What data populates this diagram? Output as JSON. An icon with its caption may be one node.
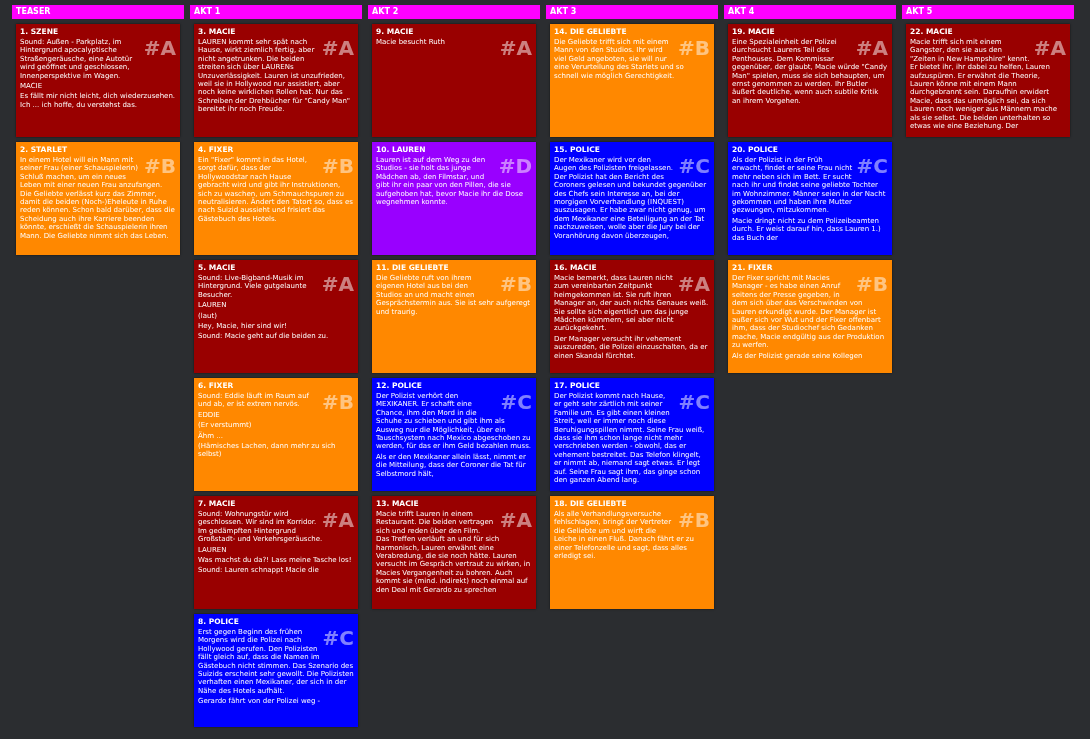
{
  "diagram": {
    "nodes": [
      {
        "text": [
          "TEASER"
        ]
      },
      {
        "text": [
          "AKT 1"
        ]
      },
      {
        "text": [
          "AKT 2"
        ]
      },
      {
        "text": [
          "AKT 3"
        ]
      },
      {
        "text": [
          "AKT 4"
        ]
      },
      {
        "text": [
          "AKT 5"
        ]
      },
      {
        "text": [
          "1. SZENE",
          "#A",
          "Sound: Außen - Parkplatz, im Hintergrund apocalyptische Straßengeräusche, eine Autotür wird geöffnet und geschlossen, Innenperspektive im Wagen.",
          "MACIE",
          "Es fällt mir nicht leicht, dich wiederzusehen. Ich ... ich hoffe, du verstehst das."
        ]
      },
      {
        "text": [
          "2. STARLET",
          "#B",
          "In einem Hotel will ein Mann mit seiner Frau (einer Schauspielerin) Schluß machen, um ein neues Leben mit einer neuen Frau anzufangen. Die Geliebte verlässt kurz das Zimmer, damit die beiden (Noch-)Eheleute in Ruhe reden können. Schon bald darüber, dass die Scheidung auch ihre Karriere beenden könnte, erschießt die Schauspielerin ihren Mann. Die Geliebte nimmt sich das Leben."
        ]
      },
      {
        "text": [
          "3. MACIE",
          "#A",
          "LAUREN kommt sehr spät nach Hause, wirkt ziemlich fertig, aber nicht angetrunken. Die beiden streiten sich über LAURENs Unzuverlässigkeit. Lauren ist unzufrieden, weil sie in Hollywood nur assistiert, aber noch keine wirklichen Rollen hat. Nur das Schreiben der Drehbücher für \"Candy Man\" bereitet ihr noch Freude."
        ]
      },
      {
        "text": [
          "4. FIXER",
          "#B",
          "Ein \"Fixer\" kommt in das Hotel, sorgt dafür, dass der Hollywoodstar nach Hause gebracht wird und gibt ihr Instruktionen, sich zu waschen, um Schmauchspuren zu neutralisieren. Ändert den Tatort so, dass es nach Suizid aussieht und frisiert das Gästebuch des Hotels."
        ]
      },
      {
        "text": [
          "5. MACIE",
          "#A",
          "Sound: Live-Bigband-Musik im Hintergrund. Viele gutgelaunte Besucher.",
          "LAUREN",
          "(laut)",
          "Hey, Macie, hier sind wir!",
          "Sound: Macie geht auf die beiden zu."
        ]
      },
      {
        "text": [
          "6. FIXER",
          "#B",
          "Sound: Eddie läuft im Raum auf und ab, er ist extrem nervös.",
          "EDDIE",
          "(Er verstummt)",
          "Ähm ...",
          "(Hämisches Lachen, dann mehr zu sich selbst)"
        ]
      },
      {
        "text": [
          "7. MACIE",
          "#A",
          "Sound: Wohnungstür wird geschlossen. Wir sind im Korridor. Im gedämpften Hintergrund Großstadt- und Verkehrsgeräusche.",
          "LAUREN",
          "Was machst du da?! Lass meine Tasche los!",
          "Sound: Lauren schnappt Macie die"
        ]
      },
      {
        "text": [
          "8. POLICE",
          "#C",
          "Erst gegen Beginn des frühen Morgens wird die Polizei nach Hollywood gerufen. Den Polizisten fällt gleich auf, dass die Namen im Gästebuch nicht stimmen. Das Szenario des Suizids erscheint sehr gewollt. Die Polizisten verhaften einen Mexikaner, der sich in der Nähe des Hotels aufhält.",
          "Gerardo fährt von der Polizei weg -"
        ]
      },
      {
        "text": [
          "9. MACIE",
          "#A",
          "Macie besucht Ruth"
        ]
      },
      {
        "text": [
          "10. LAUREN",
          "#D",
          "Lauren ist auf dem Weg zu den Studios - sie holt das junge Mädchen ab, den Filmstar, und gibt ihr ein paar von den Pillen, die sie aufgehoben hat, bevor Macie ihr die Dose wegnehmen konnte."
        ]
      },
      {
        "text": [
          "11. DIE GELIEBTE",
          "#B",
          "Die Geliebte ruft von ihrem eigenen Hotel aus bei den Studios an und macht einen Gesprächstermin aus. Sie ist sehr aufgeregt und traurig."
        ]
      },
      {
        "text": [
          "12. POLICE",
          "#C",
          "Der Polizist verhört den MEXIKANER. Er schafft eine Chance, ihm den Mord in die Schuhe zu schieben und gibt ihm als Ausweg nur die Möglichkeit, über ein Tauschsystem nach Mexico abgeschoben zu werden, für das er ihm Geld bezahlen muss.",
          "Als er den Mexikaner allein lässt, nimmt er die Mitteilung, dass der Coroner die Tat für Selbstmord hält,"
        ]
      },
      {
        "text": [
          "13. MACIE",
          "#A",
          "Macie trifft Lauren in einem Restaurant. Die beiden vertragen sich und reden über den Film. Das Treffen verläuft an und für sich harmonisch, Lauren erwähnt eine Verabredung, die sie noch hätte. Lauren versucht im Gespräch vertraut zu wirken, in Macies Vergangenheit zu bohren. Auch kommt sie (mind. indirekt) noch einmal auf den Deal mit Gerardo zu sprechen"
        ]
      },
      {
        "text": [
          "14. DIE GELIEBTE",
          "#B",
          "Die Geliebte trifft sich mit einem Mann von den Studios. Ihr wird viel Geld angeboten, sie will nur eine Verurteilung des Starlets und so schnell wie möglich Gerechtigkeit."
        ]
      },
      {
        "text": [
          "15. POLICE",
          "#C",
          "Der Mexikaner wird vor den Augen des Polizisten freigelassen. Der Polizist hat den Bericht des Coroners gelesen und bekundet gegenüber des Chefs sein Interesse an, bei der morgigen Vorverhandlung (INQUEST) auszusagen. Er habe zwar nicht genug, um dem Mexikaner eine Beteiligung an der Tat nachzuweisen, wolle aber die Jury bei der Voranhörung davon überzeugen,"
        ]
      },
      {
        "text": [
          "16. MACIE",
          "#A",
          "Macie bemerkt, dass Lauren nicht zum vereinbarten Zeitpunkt heimgekommen ist. Sie ruft ihren Manager an, der auch nichts Genaues weiß. Sie sollte sich eigentlich um das junge Mädchen kümmern, sei aber nicht zurückgekehrt.",
          "Der Manager versucht ihr vehement auszureden, die Polizei einzuschalten, da er einen Skandal fürchtet."
        ]
      },
      {
        "text": [
          "17. POLICE",
          "#C",
          "Der Polizist kommt nach Hause, er geht sehr zärtlich mit seiner Familie um. Es gibt einen kleinen Streit, weil er immer noch diese Beruhigungspillen nimmt. Seine Frau weiß, dass sie ihm schon lange nicht mehr verschrieben werden - obwohl, das er vehement bestreitet. Das Telefon klingelt, er nimmt ab, niemand sagt etwas. Er legt auf. Seine Frau sagt ihm, das ginge schon den ganzen Abend lang."
        ]
      },
      {
        "text": [
          "18. DIE GELIEBTE",
          "#B",
          "Als alle Verhandlungsversuche fehlschlagen, bringt der Vertreter die Geliebte um und wirft die Leiche in einen Fluß. Danach fährt er zu einer Telefonzelle und sagt, dass alles erledigt sei."
        ]
      },
      {
        "text": [
          "19. MACIE",
          "#A",
          "Eine Spezialeinheit der Polizei durchsucht Laurens Teil des Penthouses. Dem Kommissar gegenüber, der glaubt, Macie würde \"Candy Man\" spielen, muss sie sich behaupten, um ernst genommen zu werden. Ihr Butler äußert deutliche, wenn auch subtile Kritik an ihrem Vorgehen."
        ]
      },
      {
        "text": [
          "20. POLICE",
          "#C",
          "Als der Polizist in der Früh erwacht, findet er seine Frau nicht mehr neben sich im Bett. Er sucht nach ihr und findet seine geliebte Tochter im Wohnzimmer. Männer seien in der Nacht gekommen und haben ihre Mutter gezwungen, mitzukommen.",
          "Macie dringt nicht zu dem Polizeibeamten durch. Er weist darauf hin, dass Lauren 1.) das Buch der"
        ]
      },
      {
        "text": [
          "21. FIXER",
          "#B",
          "Der Fixer spricht mit Macies Manager - es habe einen Anruf seitens der Presse gegeben, in dem sich über das Verschwinden von Lauren erkundigt wurde. Der Manager ist außer sich vor Wut und der Fixer offenbart ihm, dass der Studiochef sich Gedanken mache, Macie endgültig aus der Produktion zu werfen.",
          "Als der Polizist gerade seine Kollegen"
        ]
      },
      {
        "text": [
          "22. MACIE",
          "#A",
          "Macie trifft sich mit einem Gangster, den sie aus den \"Zeiten in New Hampshire\" kennt. Er bietet ihr, ihr dabei zu helfen, Lauren aufzuspüren. Er erwähnt die Theorie, Lauren könne mit einem Mann durchgebrannt sein. Daraufhin erwidert Macie, dass das unmöglich sei, da sich Lauren noch weniger aus Männern mache als sie selbst. Die beiden unterhalten so etwas wie eine Beziehung. Der"
        ]
      }
    ]
  }
}
